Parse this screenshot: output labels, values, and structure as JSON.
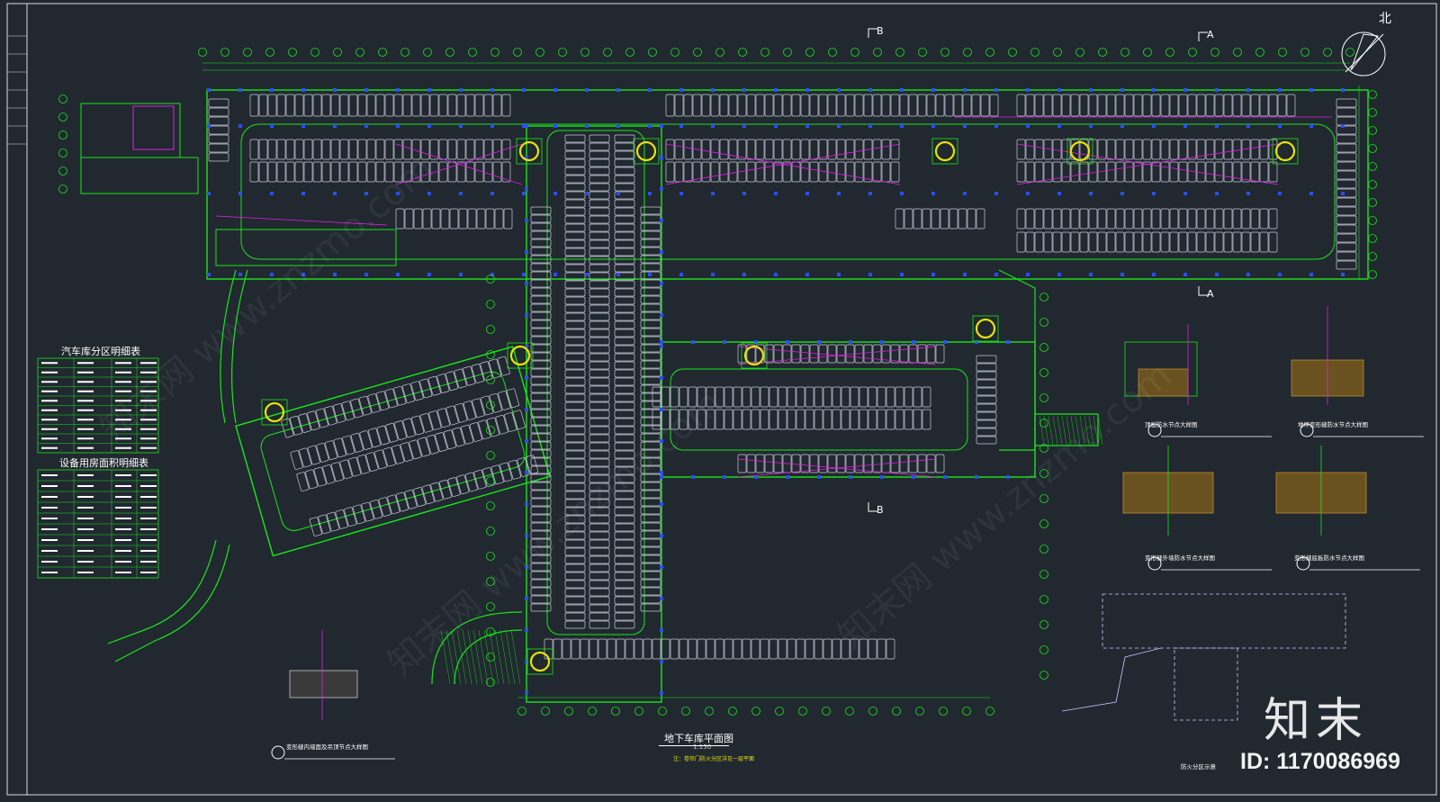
{
  "drawing": {
    "title": "地下车库平面图",
    "scale": "1:150",
    "note": "注：卷帘门防火分区详见一层平面"
  },
  "tables": {
    "garage_zones_title": "汽车库分区明细表",
    "equipment_rooms_title": "设备用房面积明细表"
  },
  "north_label": "北",
  "section_marks": [
    "B",
    "A",
    "A",
    "B"
  ],
  "details": [
    {
      "num": "1",
      "caption": "地坪变形缝防水节点大样图"
    },
    {
      "num": "2",
      "caption": "顶板防水节点大样图"
    },
    {
      "num": "3",
      "caption": "变形缝外墙防水节点大样图"
    },
    {
      "num": "4",
      "caption": "变形缝底板防水节点大样图"
    },
    {
      "num": "5",
      "caption": "变形缝内墙面及吊顶节点大样图"
    }
  ],
  "key_plan_caption": "防火分区示意",
  "watermark": {
    "brand": "知末",
    "id": "ID: 1170086969",
    "text": "知末网 www.znzmo.com"
  },
  "colors": {
    "background": "#212830",
    "axis": "#19e619",
    "wall": "#19e619",
    "column": "#2a4dff",
    "parking": "#c8c8d8",
    "fire_line": "#e020e0",
    "ramp": "#e6e600",
    "text": "#ffffff"
  }
}
